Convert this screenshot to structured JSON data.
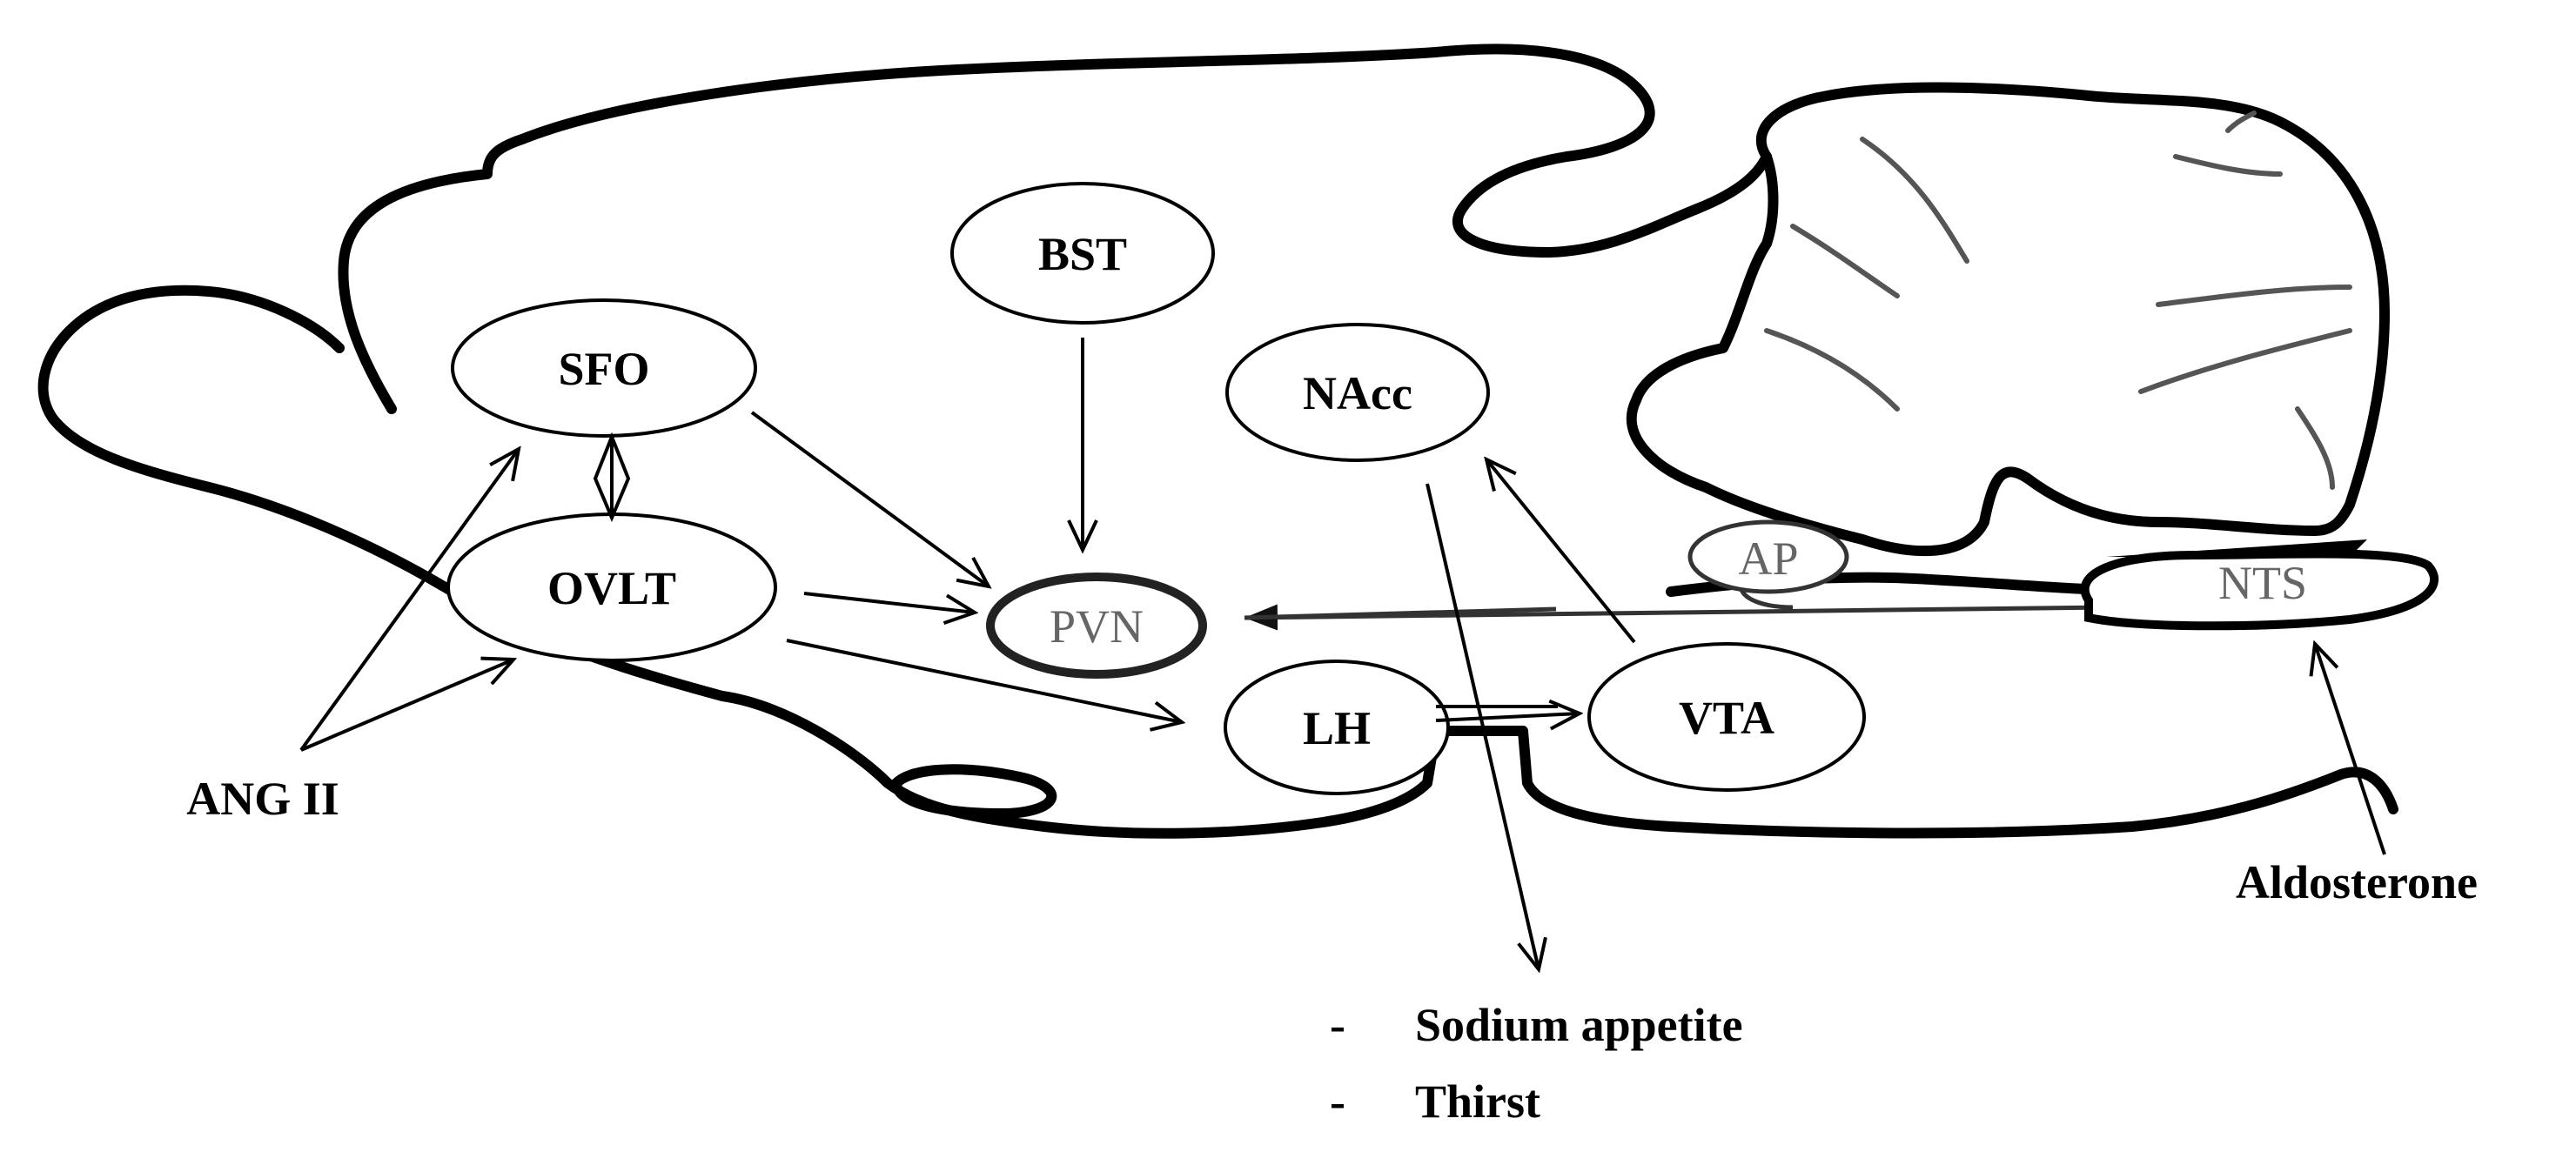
{
  "nodes": {
    "bst": "BST",
    "sfo": "SFO",
    "nacc": "NAcc",
    "ovlt": "OVLT",
    "pvn": "PVN",
    "ap": "AP",
    "nts": "NTS",
    "lh": "LH",
    "vta": "VTA"
  },
  "inputs": {
    "ang_ii": "ANG II",
    "aldosterone": "Aldosterone"
  },
  "outputs": {
    "bullet": "-",
    "items": [
      "Sodium appetite",
      "Thirst"
    ]
  }
}
